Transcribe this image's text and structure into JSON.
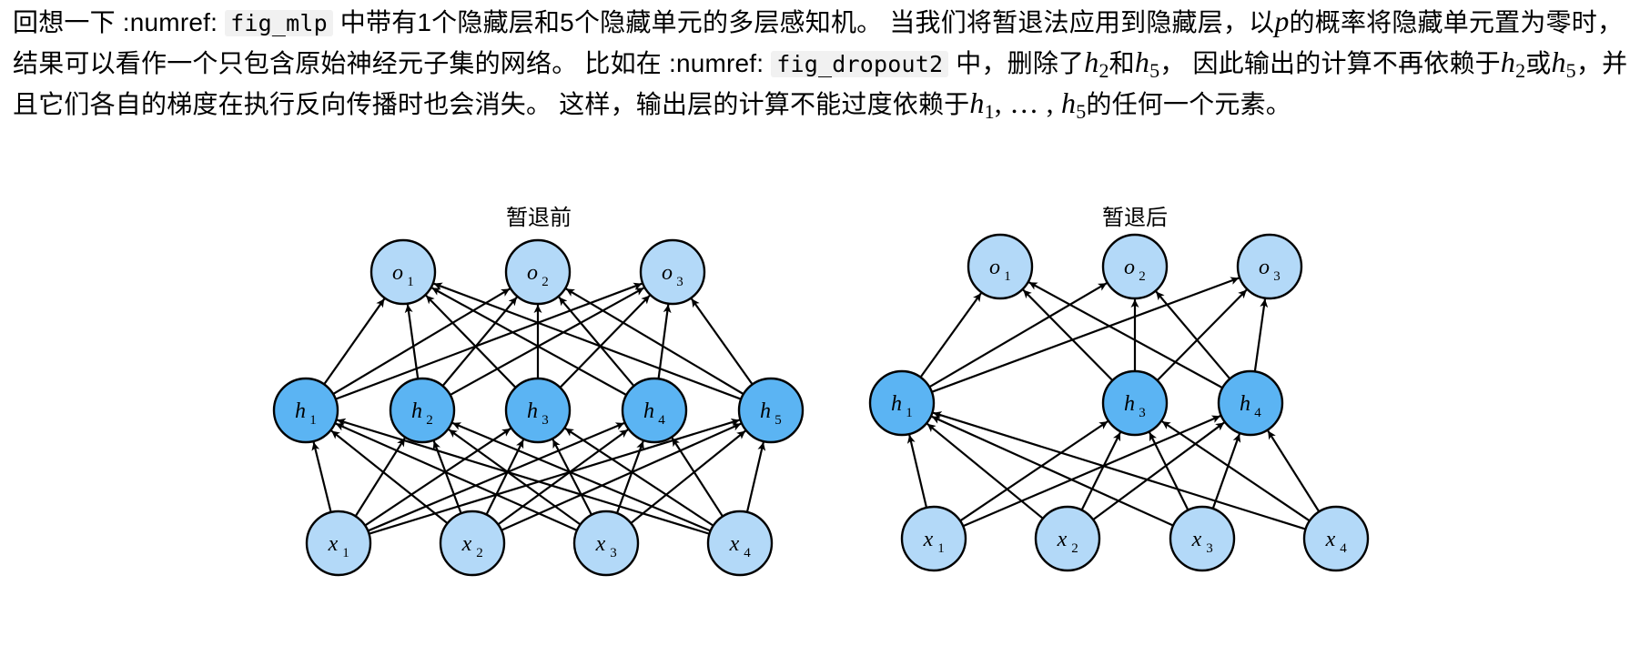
{
  "paragraph": {
    "t1": "回想一下 :numref: ",
    "code1": "fig_mlp",
    "t2": " 中带有1个隐藏层和5个隐藏单元的多层感知机。 当我们将暂退法应用到隐藏层，以",
    "p": "p",
    "t3": "的概率将隐藏单元置为零时， 结果可以看作一个只包含原始神经元子集的网络。 比如在 :numref: ",
    "code2": "fig_dropout2",
    "t4": " 中，删除了",
    "h2a": "h",
    "h2a_sub": "2",
    "t5": "和",
    "h5a": "h",
    "h5a_sub": "5",
    "t6": "， 因此输出的计算不再依赖于",
    "h2b": "h",
    "h2b_sub": "2",
    "t7": "或",
    "h5b": "h",
    "h5b_sub": "5",
    "t8": "，并且它们各自的梯度在执行反向传播时也会消失。 这样，输出层的计算不能过度依赖于",
    "h1": "h",
    "h1_sub": "1",
    "dots": ", … , ",
    "h5c": "h",
    "h5c_sub": "5",
    "t9": "的任何一个元素。"
  },
  "figure": {
    "left_title": "暂退前",
    "right_title": "暂退后",
    "colors": {
      "io_fill": "#b3d9f8",
      "hidden_fill": "#5bb4f3",
      "stroke": "#000000"
    },
    "left": {
      "outputs": [
        {
          "letter": "o",
          "sub": "1"
        },
        {
          "letter": "o",
          "sub": "2"
        },
        {
          "letter": "o",
          "sub": "3"
        }
      ],
      "hidden": [
        {
          "letter": "h",
          "sub": "1"
        },
        {
          "letter": "h",
          "sub": "2"
        },
        {
          "letter": "h",
          "sub": "3"
        },
        {
          "letter": "h",
          "sub": "4"
        },
        {
          "letter": "h",
          "sub": "5"
        }
      ],
      "inputs": [
        {
          "letter": "x",
          "sub": "1"
        },
        {
          "letter": "x",
          "sub": "2"
        },
        {
          "letter": "x",
          "sub": "3"
        },
        {
          "letter": "x",
          "sub": "4"
        }
      ]
    },
    "right": {
      "outputs": [
        {
          "letter": "o",
          "sub": "1"
        },
        {
          "letter": "o",
          "sub": "2"
        },
        {
          "letter": "o",
          "sub": "3"
        }
      ],
      "hidden": [
        {
          "letter": "h",
          "sub": "1"
        },
        {
          "letter": "h",
          "sub": "3"
        },
        {
          "letter": "h",
          "sub": "4"
        }
      ],
      "inputs": [
        {
          "letter": "x",
          "sub": "1"
        },
        {
          "letter": "x",
          "sub": "2"
        },
        {
          "letter": "x",
          "sub": "3"
        },
        {
          "letter": "x",
          "sub": "4"
        }
      ]
    }
  }
}
